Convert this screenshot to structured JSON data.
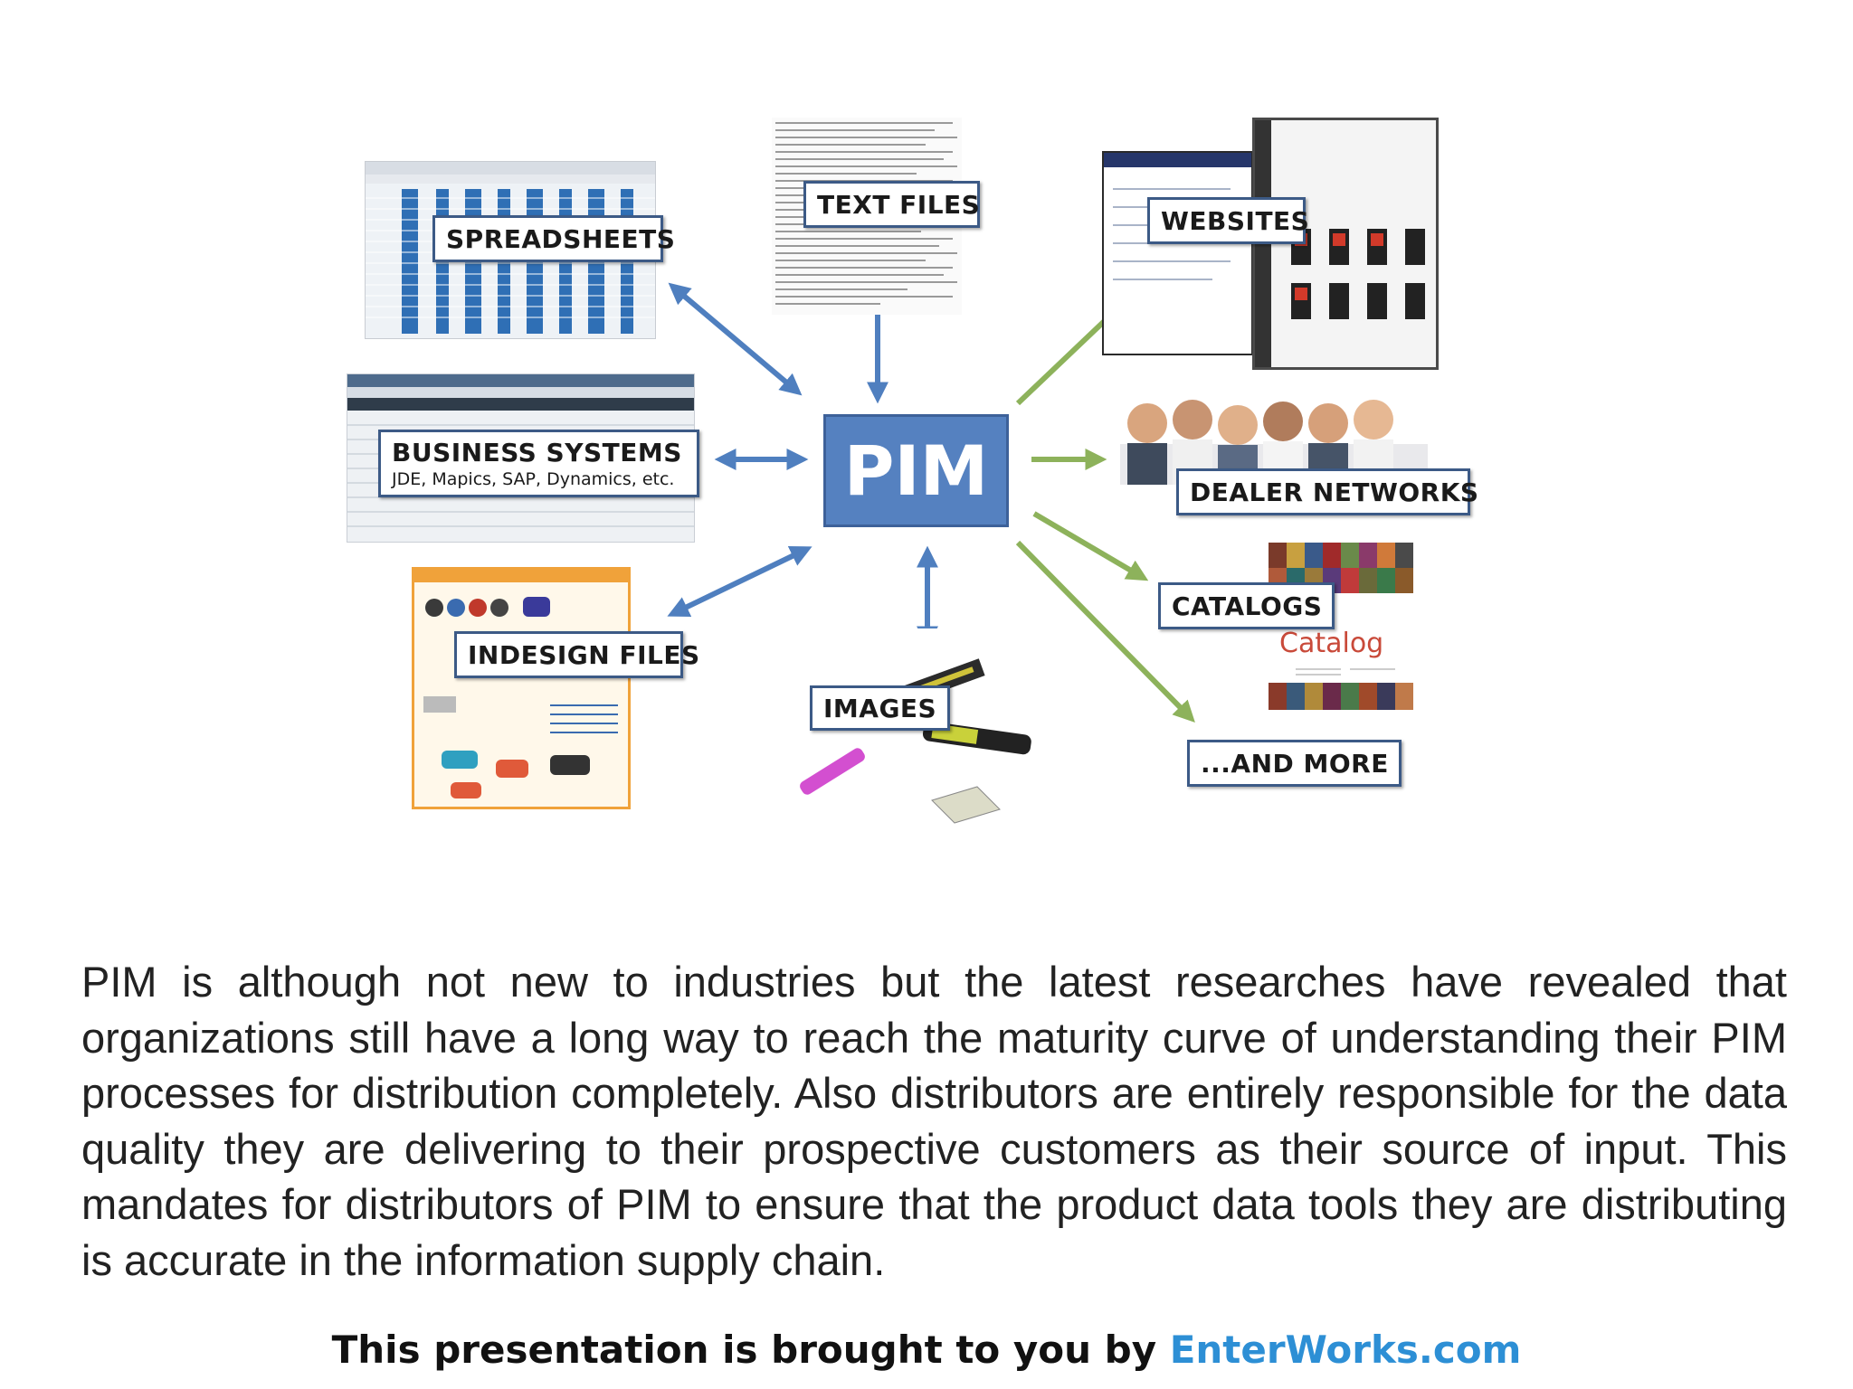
{
  "diagram": {
    "center_label": "PIM",
    "sources": [
      {
        "label": "SPREADSHEETS"
      },
      {
        "label": "TEXT FILES"
      },
      {
        "label": "BUSINESS SYSTEMS",
        "sublabel": "JDE, Mapics, SAP, Dynamics, etc."
      },
      {
        "label": "INDESIGN FILES"
      },
      {
        "label": "IMAGES"
      }
    ],
    "outputs": [
      {
        "label": "WEBSITES"
      },
      {
        "label": "DEALER NETWORKS"
      },
      {
        "label": "CATALOGS"
      },
      {
        "label": "...AND MORE"
      }
    ],
    "catalog_cover_title": "Catalog",
    "colors": {
      "pim_fill": "#5581c0",
      "input_arrow": "#4f7fbf",
      "output_arrow": "#8db25b",
      "label_border": "#3c5a86"
    }
  },
  "body_text": "PIM is although not new to industries but the latest researches have revealed that organizations still have a long way to reach the maturity curve of understanding their PIM processes for distribution completely. Also distributors are entirely responsible for the data quality they are delivering to their prospective customers as their source of input. This mandates for distributors of PIM to ensure that the product data tools they are distributing is accurate in the information supply chain.",
  "footer": {
    "prefix": "This presentation is brought to you by ",
    "link": "EnterWorks.com"
  }
}
